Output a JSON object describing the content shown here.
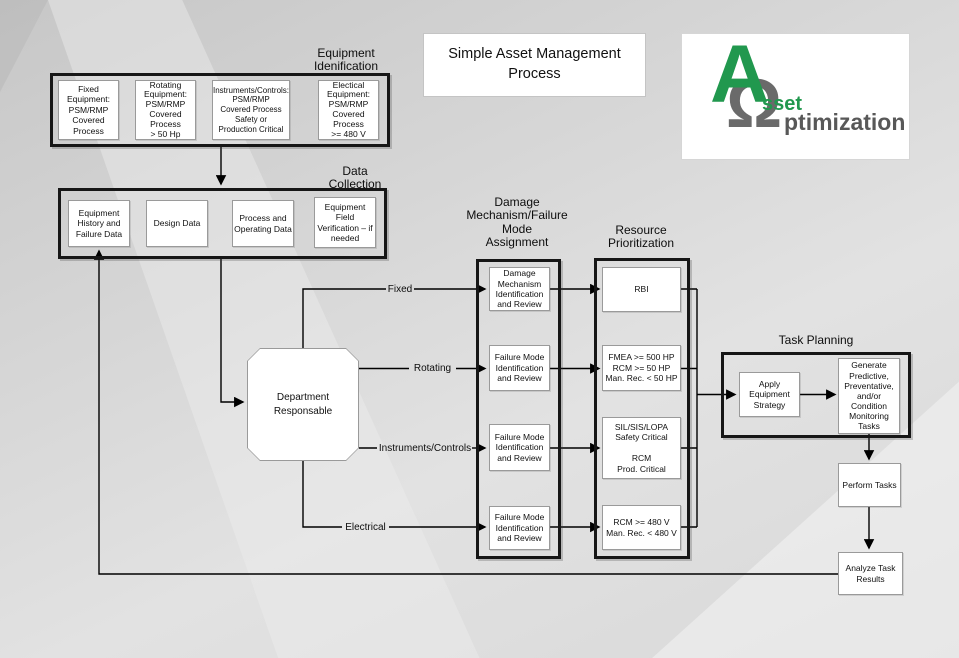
{
  "title": "Simple Asset Management\nProcess",
  "logo": {
    "letter_a": "A",
    "omega_symbol": "Ω",
    "green_text": "sset",
    "gray_text": "ptimization",
    "green_color": "#21984e",
    "gray_color": "#6a6a6a"
  },
  "colors": {
    "background": "#d6d6d6",
    "frame_border": "#161616",
    "node_border": "#9a9a9a",
    "node_fill": "#ffffff"
  },
  "sections": {
    "equipment_identification": {
      "header": "Equipment\nIdenification",
      "boxes": [
        "Fixed\nEquipment:\nPSM/RMP\nCovered\nProcess",
        "Rotating\nEquipment:\nPSM/RMP\nCovered\nProcess\n> 50 Hp",
        "Instruments/Controls:\nPSM/RMP\nCovered Process\nSafety or\nProduction Critical",
        "Electical\nEquipment:\nPSM/RMP\nCovered\nProcess\n>= 480 V"
      ]
    },
    "data_collection": {
      "header": "Data\nCollection",
      "boxes": [
        "Equipment\nHistory and\nFailure Data",
        "Design Data",
        "Process and\nOperating Data",
        "Equipment\nField\nVerification – if\nneeded"
      ]
    },
    "damage_assignment": {
      "header": "Damage\nMechanism/Failure\nMode\nAssignment",
      "boxes": [
        "Damage\nMechanism\nIdentification\nand Review",
        "Failure Mode\nIdentification\nand Review",
        "Failure Mode\nIdentification\nand Review",
        "Failure Mode\nIdentification\nand Review"
      ]
    },
    "resource_prioritization": {
      "header": "Resource\nPrioritization",
      "boxes": [
        "RBI",
        "FMEA >= 500 HP\nRCM >= 50 HP\nMan. Rec. < 50 HP",
        "SIL/SIS/LOPA\nSafety Critical\n\nRCM\nProd. Critical",
        "RCM >= 480 V\nMan. Rec. < 480 V"
      ]
    },
    "task_planning": {
      "header": "Task Planning",
      "boxes": [
        "Apply\nEquipment\nStrategy",
        "Generate\nPredictive,\nPreventative,\nand/or\nCondition\nMonitoring\nTasks"
      ]
    }
  },
  "nodes": {
    "department": "Department\nResponsable",
    "perform_tasks": "Perform Tasks",
    "analyze_task_results": "Analyze Task\nResults"
  },
  "flow_labels": {
    "fixed": "Fixed",
    "rotating": "Rotating",
    "instruments": "Instruments/Controls",
    "electrical": "Electrical"
  }
}
